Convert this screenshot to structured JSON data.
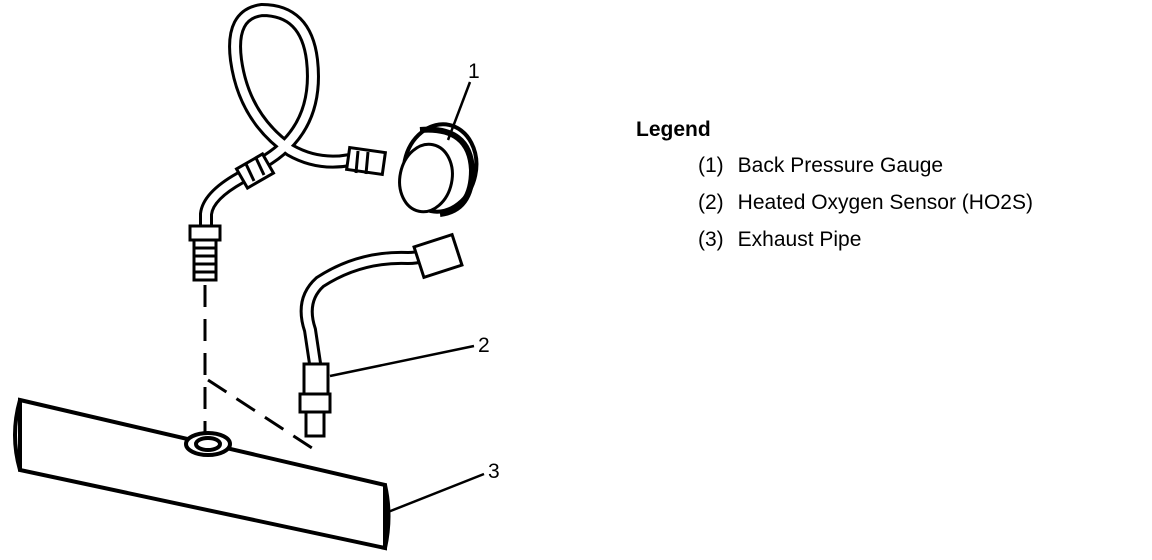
{
  "callouts": [
    {
      "number": "1"
    },
    {
      "number": "2"
    },
    {
      "number": "3"
    }
  ],
  "legend": {
    "title": "Legend",
    "items": [
      {
        "number": "(1)",
        "label": "Back Pressure Gauge"
      },
      {
        "number": "(2)",
        "label": "Heated Oxygen Sensor (HO2S)"
      },
      {
        "number": "(3)",
        "label": "Exhaust Pipe"
      }
    ]
  }
}
